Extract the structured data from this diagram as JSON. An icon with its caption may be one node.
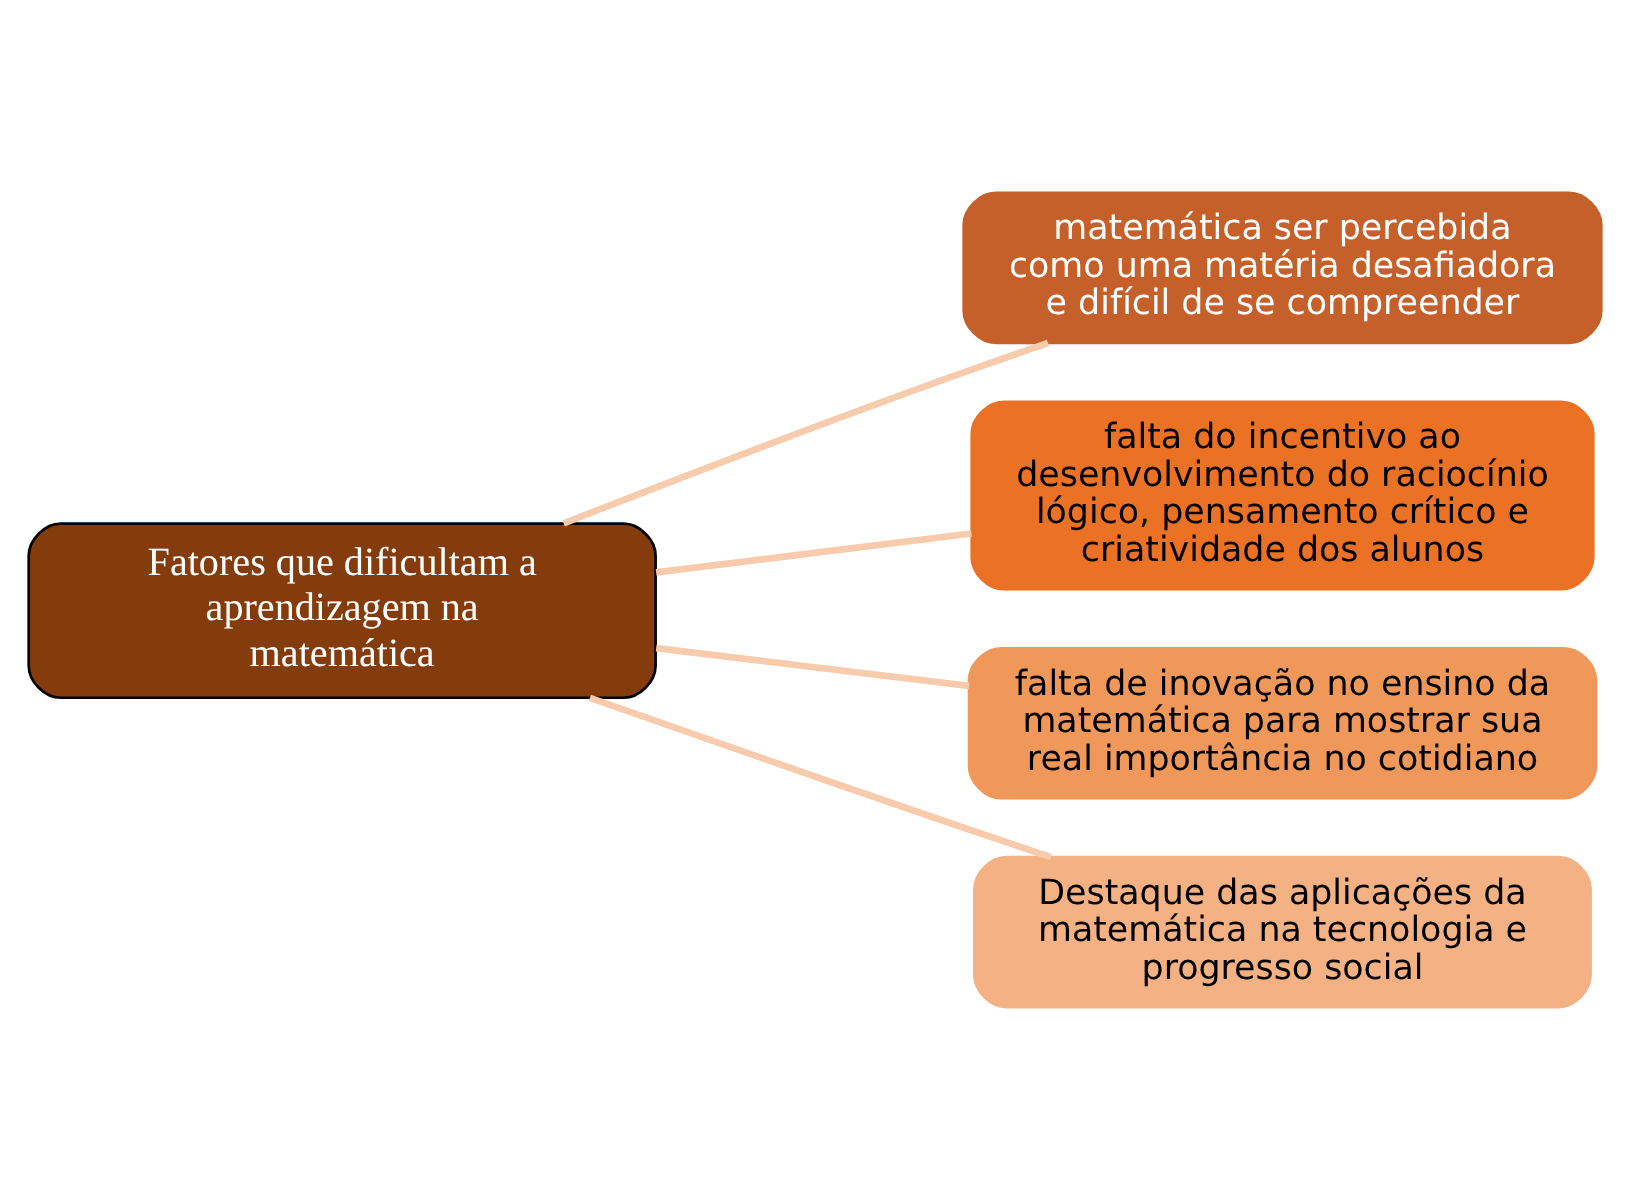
{
  "diagram": {
    "nodes": [
      {
        "text": [
          "Fatores que dificultam a aprendizagem na matemática"
        ]
      },
      {
        "text": [
          "matemática ser percebida como uma matéria desafiadora e difícil de se compreender"
        ]
      },
      {
        "text": [
          "falta do incentivo ao desenvolvimento do raciocínio lógico, pensamento crítico e criatividade dos alunos"
        ]
      },
      {
        "text": [
          "falta de inovação no ensino da matemática para mostrar sua real importância no cotidiano"
        ]
      },
      {
        "text": [
          "Destaque das aplicações da matemática na tecnologia e progresso social"
        ]
      }
    ],
    "edges": [
      {
        "from": 0,
        "to": 1,
        "arrow": "none"
      },
      {
        "from": 0,
        "to": 2,
        "arrow": "none"
      },
      {
        "from": 0,
        "to": 3,
        "arrow": "none"
      },
      {
        "from": 0,
        "to": 4,
        "arrow": "none"
      }
    ]
  }
}
